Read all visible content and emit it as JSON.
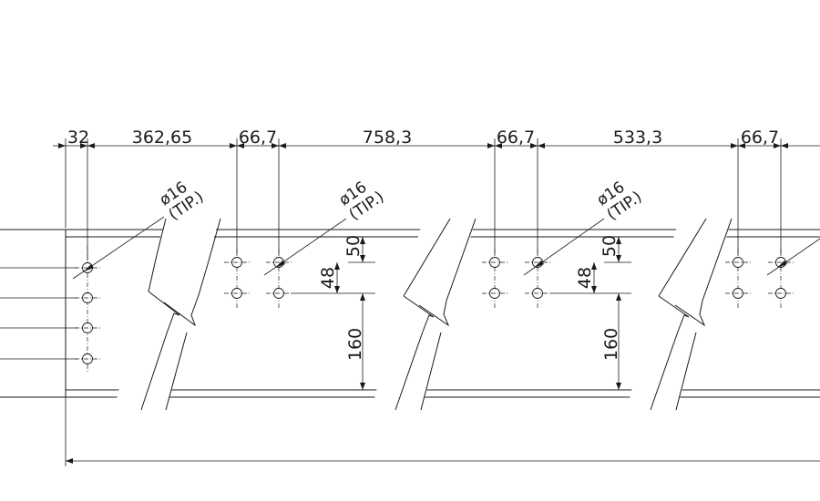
{
  "horizontal_dims": [
    "32",
    "362,65",
    "66,7",
    "758,3",
    "66,7",
    "533,3",
    "66,7"
  ],
  "vertical_dims": {
    "spacing_50": "50",
    "spacing_48": "48",
    "web_160": "160"
  },
  "hole_callout": {
    "diameter": "ø16",
    "note": "(TIP.)"
  }
}
